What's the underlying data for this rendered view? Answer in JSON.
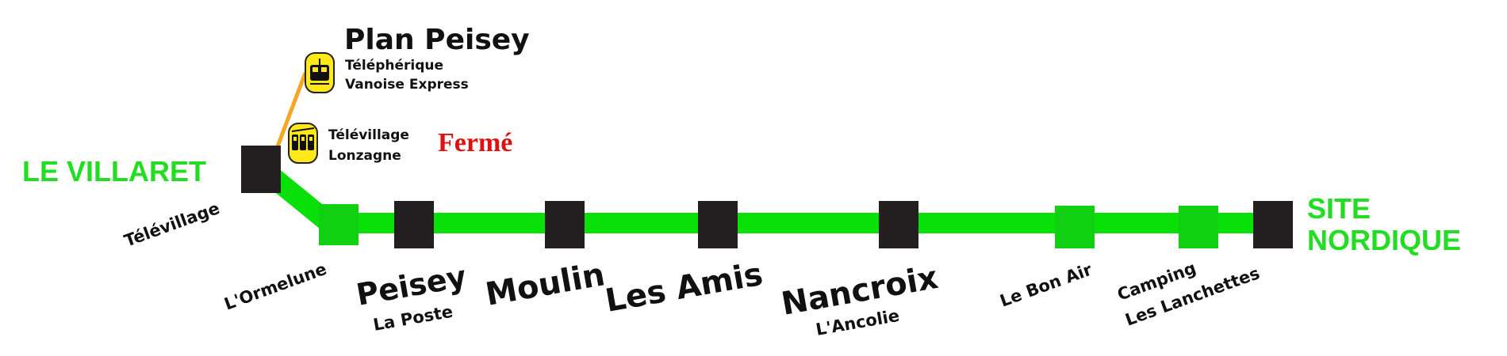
{
  "colors": {
    "line": "#08e008",
    "station_light": "#11d011",
    "station_dark": "#231f20",
    "branch": "#f5a623",
    "lift_icon": "#ffe81a",
    "closed": "#e01010",
    "terminus_text": "#22dd22"
  },
  "termini": {
    "west": "LE VILLARET",
    "east_line1": "SITE",
    "east_line2": "NORDIQUE"
  },
  "branch": {
    "summit_name": "Plan Peisey",
    "cable_car_line1": "Téléphérique",
    "cable_car_line2": "Vanoise Express",
    "cable_car_icon": "cable-car-icon",
    "gondola_line1": "Télévillage",
    "gondola_line2": "Lonzagne",
    "gondola_icon": "gondola-icon",
    "gondola_status": "Fermé"
  },
  "stations": [
    {
      "line1": "Télévillage",
      "line2": ""
    },
    {
      "line1": "L'Ormelune",
      "line2": ""
    },
    {
      "line1": "Peisey",
      "line2": "La Poste"
    },
    {
      "line1": "Moulin",
      "line2": ""
    },
    {
      "line1": "Les Amis",
      "line2": ""
    },
    {
      "line1": "Nancroix",
      "line2": "L'Ancolie"
    },
    {
      "line1": "Le Bon Air",
      "line2": ""
    },
    {
      "line1": "Camping",
      "line2": "Les Lanchettes"
    }
  ]
}
